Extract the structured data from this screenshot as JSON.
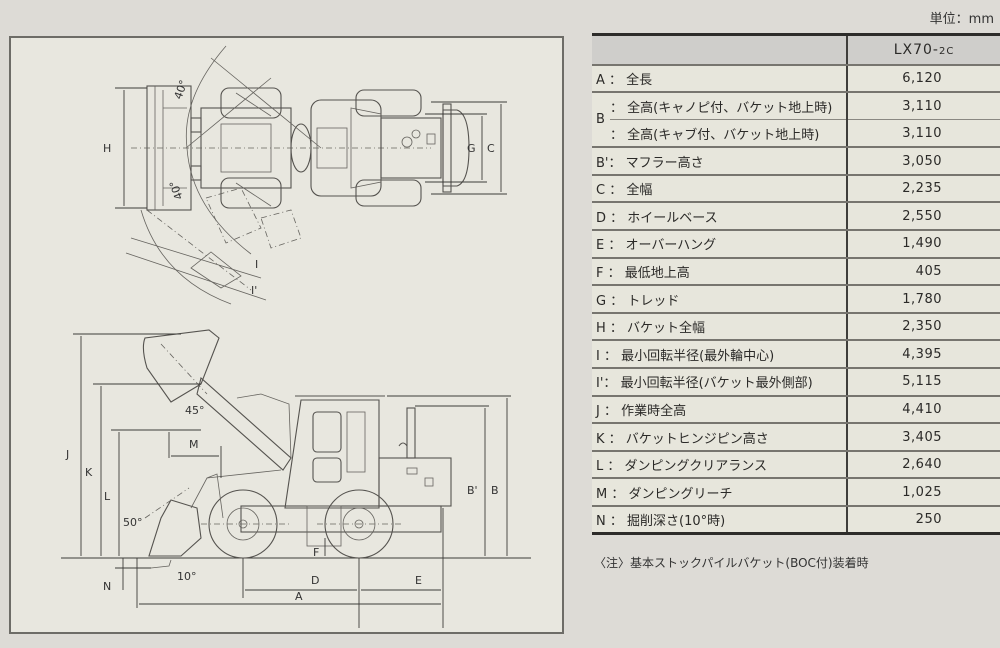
{
  "unit_label": "単位：mm",
  "table": {
    "model_header": "LX70-",
    "model_suffix": "2C",
    "rows": [
      {
        "letter": "A",
        "label": "全長",
        "value": "6,120"
      },
      {
        "letter": "B",
        "label": "全高(キャノピ付、バケット地上時)",
        "value": "3,110"
      },
      {
        "letter": "",
        "label": "全高(キャブ付、バケット地上時)",
        "value": "3,110"
      },
      {
        "letter": "B'",
        "label": "マフラー高さ",
        "value": "3,050"
      },
      {
        "letter": "C",
        "label": "全幅",
        "value": "2,235"
      },
      {
        "letter": "D",
        "label": "ホイールベース",
        "value": "2,550"
      },
      {
        "letter": "E",
        "label": "オーバーハング",
        "value": "1,490"
      },
      {
        "letter": "F",
        "label": "最低地上高",
        "value": "405"
      },
      {
        "letter": "G",
        "label": "トレッド",
        "value": "1,780"
      },
      {
        "letter": "H",
        "label": "バケット全幅",
        "value": "2,350"
      },
      {
        "letter": "I",
        "label": "最小回転半径(最外輪中心)",
        "value": "4,395"
      },
      {
        "letter": "I'",
        "label": "最小回転半径(バケット最外側部)",
        "value": "5,115"
      },
      {
        "letter": "J",
        "label": "作業時全高",
        "value": "4,410"
      },
      {
        "letter": "K",
        "label": "バケットヒンジピン高さ",
        "value": "3,405"
      },
      {
        "letter": "L",
        "label": "ダンピングクリアランス",
        "value": "2,640"
      },
      {
        "letter": "M",
        "label": "ダンピングリーチ",
        "value": "1,025"
      },
      {
        "letter": "N",
        "label": "掘削深さ(10°時)",
        "value": "250"
      }
    ]
  },
  "note": "〈注〉基本ストックパイルバケット(BOC付)装着時",
  "drawing": {
    "top_view_labels": {
      "H": "H",
      "G": "G",
      "C": "C",
      "angle_upper": "40°",
      "angle_lower": "40°",
      "I": "I",
      "I_prime": "I'"
    },
    "side_view_labels": {
      "J": "J",
      "K": "K",
      "L": "L",
      "M": "M",
      "N": "N",
      "A": "A",
      "B": "B",
      "B_prime": "B'",
      "D": "D",
      "E": "E",
      "F": "F",
      "angle_dump": "45°",
      "angle_rollback": "50°",
      "angle_dig": "10°"
    }
  }
}
